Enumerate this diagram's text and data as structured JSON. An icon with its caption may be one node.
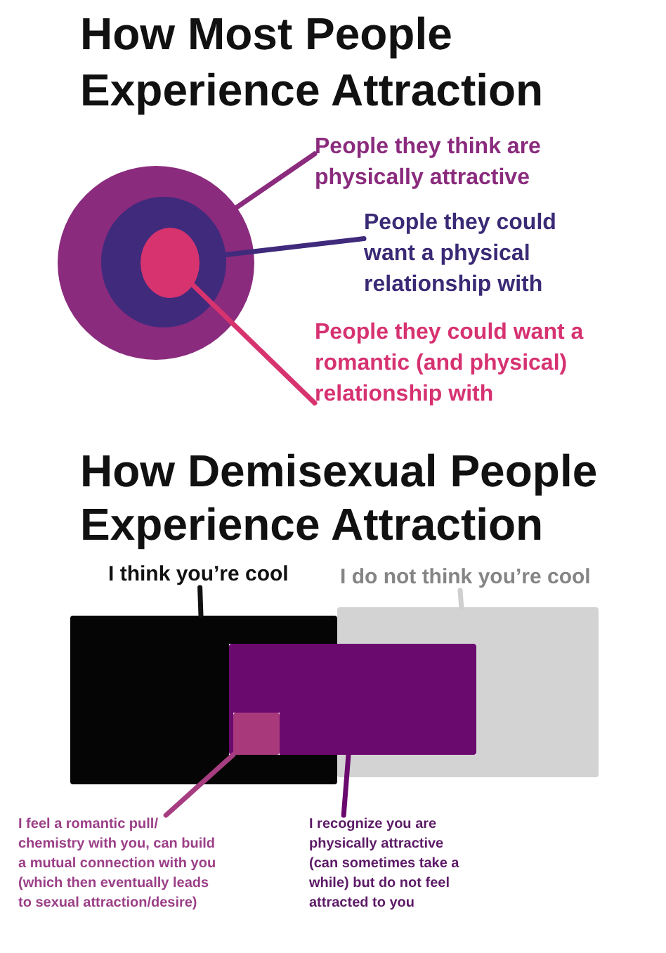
{
  "diagram": {
    "nodes": [
      {
        "text": [
          "People they think are physically attractive"
        ]
      },
      {
        "text": [],
        "shape": "circle"
      },
      {
        "text": [],
        "shape": "circle",
        "in": 1
      },
      {
        "text": [],
        "shape": "circle",
        "in": 2
      },
      {
        "text": [
          "People they could want a physical relationship with"
        ]
      },
      {
        "text": [
          "People they could want a romantic (and physical) relationship with"
        ]
      },
      {
        "text": [
          "I think you’re cool"
        ]
      },
      {
        "text": [
          "I do not think you’re cool"
        ]
      },
      {
        "text": [],
        "shape": "box"
      },
      {
        "text": [],
        "shape": "box"
      },
      {
        "text": [],
        "shape": "box"
      },
      {
        "text": [],
        "shape": "box"
      },
      {
        "text": [
          "I feel a romantic pull/ chemistry with you, can build a mutual connection with you (which then eventually leads to sexual attraction/desire)"
        ]
      },
      {
        "text": [
          "I recognize you are physically attractive (can sometimes take a while) but do not feel attracted to you"
        ]
      }
    ],
    "edges": [
      {
        "from": 0,
        "to": 1,
        "arrow": "none",
        "color": "#8a2b7d"
      },
      {
        "from": 4,
        "to": 2,
        "arrow": "none",
        "color": "#3f2a7c"
      },
      {
        "from": 5,
        "to": 3,
        "arrow": "none",
        "color": "#d6336f"
      },
      {
        "from": 6,
        "to": 8,
        "arrow": "none",
        "color": "#111111"
      },
      {
        "from": 7,
        "to": 9,
        "arrow": "none",
        "color": "#cfcfcf"
      },
      {
        "from": 12,
        "to": 11,
        "arrow": "none",
        "color": "#a63d80"
      },
      {
        "from": 13,
        "to": 10,
        "arrow": "none",
        "color": "#6b0a6e"
      }
    ],
    "labels": [
      "How Most People Experience Attraction",
      "How Demisexual People Experience Attraction"
    ]
  }
}
